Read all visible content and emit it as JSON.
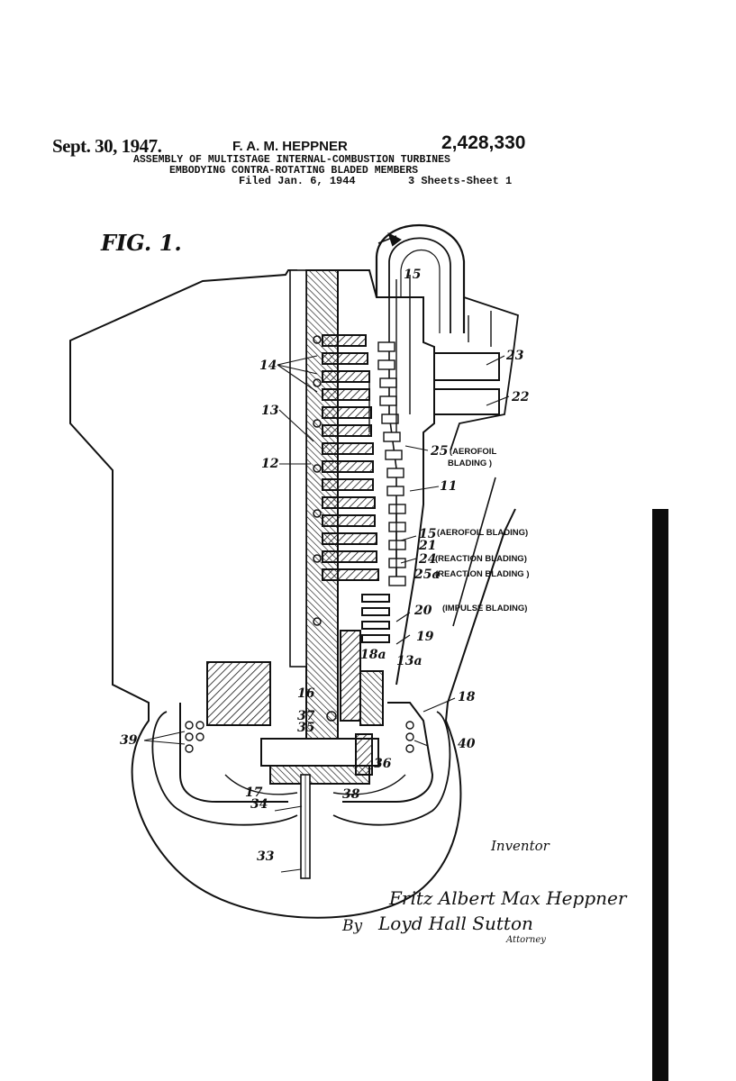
{
  "header": {
    "date": "Sept. 30, 1947.",
    "inventor": "F. A. M. HEPPNER",
    "patent_number": "2,428,330",
    "title_line1": "ASSEMBLY OF MULTISTAGE INTERNAL-COMBUSTION TURBINES",
    "title_line2": "EMBODYING CONTRA-ROTATING BLADED MEMBERS",
    "filed": "Filed Jan. 6, 1944",
    "sheets": "3 Sheets-Sheet 1"
  },
  "figure": {
    "label": "FIG. 1.",
    "references": {
      "r11": "11",
      "r12": "12",
      "r13": "13",
      "r14": "14",
      "r15top": "15",
      "r15": "15",
      "r16": "16",
      "r17": "17",
      "r18": "18",
      "r19": "19",
      "r20": "20",
      "r21": "21",
      "r22": "22",
      "r23": "23",
      "r24": "24",
      "r25": "25",
      "r25a": "25a",
      "r13a": "13a",
      "r18a": "18a",
      "r33": "33",
      "r34": "34",
      "r35": "35",
      "r36": "36",
      "r37": "37",
      "r38": "38",
      "r39": "39",
      "r40": "40"
    },
    "annotations": {
      "aerofoil_top": "(AEROFOIL",
      "blading": "BLADING )",
      "aerofoil_blading": "(AEROFOIL BLADING)",
      "reaction1": "(REACTION BLADING)",
      "reaction2": "(REACTION BLADING )",
      "impulse": "(IMPULSE BLADING)"
    }
  },
  "signature": {
    "inventor_word": "Inventor",
    "inventor_name": "Fritz Albert Max Heppner",
    "by": "By",
    "attorney_name": "Loyd Hall Sutton",
    "attorney_word": "Attorney"
  }
}
